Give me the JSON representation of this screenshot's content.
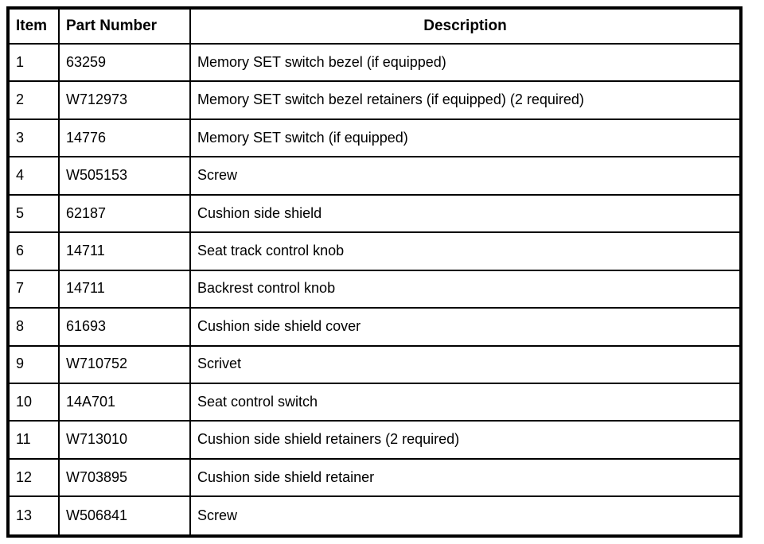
{
  "table": {
    "headers": {
      "item": "Item",
      "part_number": "Part Number",
      "description": "Description"
    },
    "rows": [
      {
        "item": "1",
        "part_number": "63259",
        "description": "Memory SET switch bezel (if equipped)"
      },
      {
        "item": "2",
        "part_number": "W712973",
        "description": "Memory SET switch bezel retainers (if equipped) (2 required)"
      },
      {
        "item": "3",
        "part_number": "14776",
        "description": "Memory SET switch (if equipped)"
      },
      {
        "item": "4",
        "part_number": "W505153",
        "description": "Screw"
      },
      {
        "item": "5",
        "part_number": "62187",
        "description": "Cushion side shield"
      },
      {
        "item": "6",
        "part_number": "14711",
        "description": "Seat track control knob"
      },
      {
        "item": "7",
        "part_number": "14711",
        "description": "Backrest control knob"
      },
      {
        "item": "8",
        "part_number": "61693",
        "description": "Cushion side shield cover"
      },
      {
        "item": "9",
        "part_number": "W710752",
        "description": "Scrivet"
      },
      {
        "item": "10",
        "part_number": "14A701",
        "description": "Seat control switch"
      },
      {
        "item": "11",
        "part_number": "W713010",
        "description": "Cushion side shield retainers (2 required)"
      },
      {
        "item": "12",
        "part_number": "W703895",
        "description": "Cushion side shield retainer"
      },
      {
        "item": "13",
        "part_number": "W506841",
        "description": "Screw"
      }
    ],
    "colors": {
      "border": "#000000",
      "text": "#000000",
      "background": "#ffffff"
    }
  }
}
